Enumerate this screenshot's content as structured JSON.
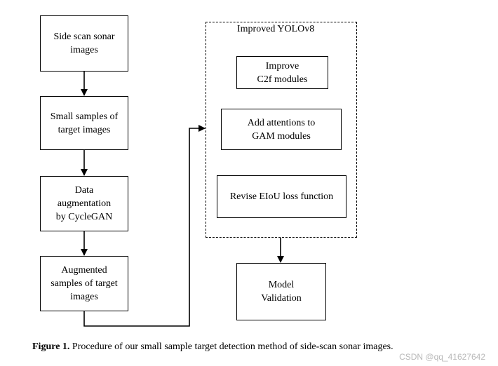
{
  "left_column": {
    "step1": [
      "Side scan sonar",
      "images"
    ],
    "step2": [
      "Small samples of",
      "target images"
    ],
    "step3": [
      "Data",
      "augmentation",
      "by CycleGAN"
    ],
    "step4": [
      "Augmented",
      "samples of target",
      "images"
    ]
  },
  "yolo_group": {
    "title": "Improved YOLOv8",
    "module1": [
      "Improve",
      "C2f modules"
    ],
    "module2": [
      "Add attentions to",
      "GAM modules"
    ],
    "module3": "Revise EIoU loss function"
  },
  "validation": [
    "Model",
    "Validation"
  ],
  "caption": {
    "label": "Figure 1.",
    "text": "Procedure of our small sample target detection method of side-scan sonar images."
  },
  "watermark": "CSDN @qq_41627642"
}
